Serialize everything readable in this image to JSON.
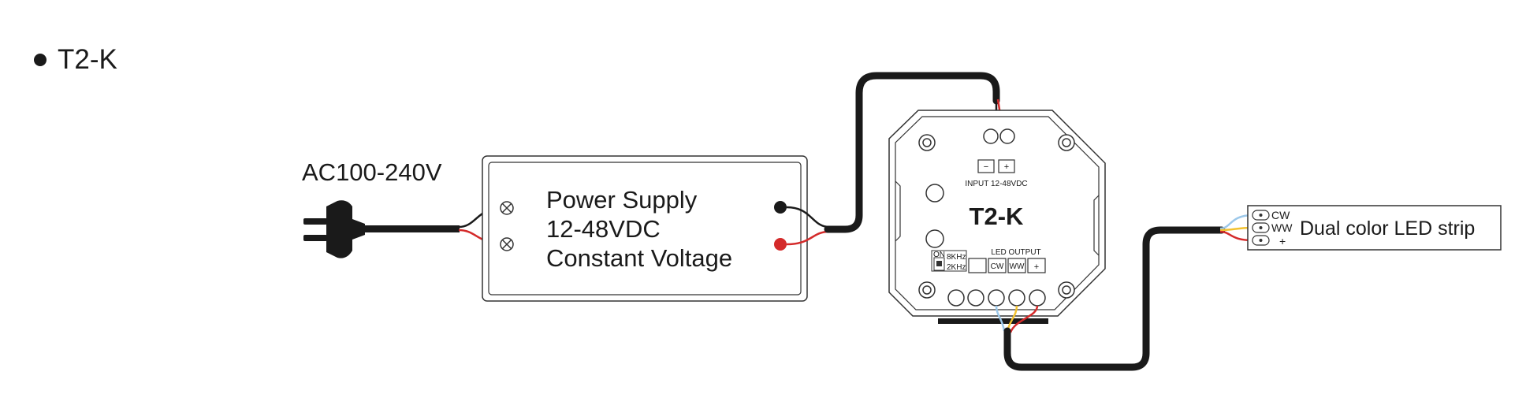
{
  "heading": "T2-K",
  "ac_input": {
    "label": "AC100-240V"
  },
  "power_supply": {
    "line1": "Power Supply",
    "line2": "12-48VDC",
    "line3": "Constant Voltage"
  },
  "controller": {
    "model": "T2-K",
    "input_minus": "−",
    "input_plus": "+",
    "input_label": "INPUT 12-48VDC",
    "output_label": "LED OUTPUT",
    "output_cw": "CW",
    "output_ww": "WW",
    "output_plus": "+",
    "switch_on": "ON",
    "freq_high": "8KHz",
    "freq_low": "2KHz"
  },
  "led_strip": {
    "label": "Dual color LED strip",
    "pin_cw": "CW",
    "pin_ww": "WW",
    "pin_plus": "+"
  },
  "colors": {
    "wire_black": "#1a1a1a",
    "wire_red": "#d42a2a",
    "wire_blue": "#9cc8ea",
    "wire_yellow": "#f2c230",
    "outline": "#333333"
  }
}
